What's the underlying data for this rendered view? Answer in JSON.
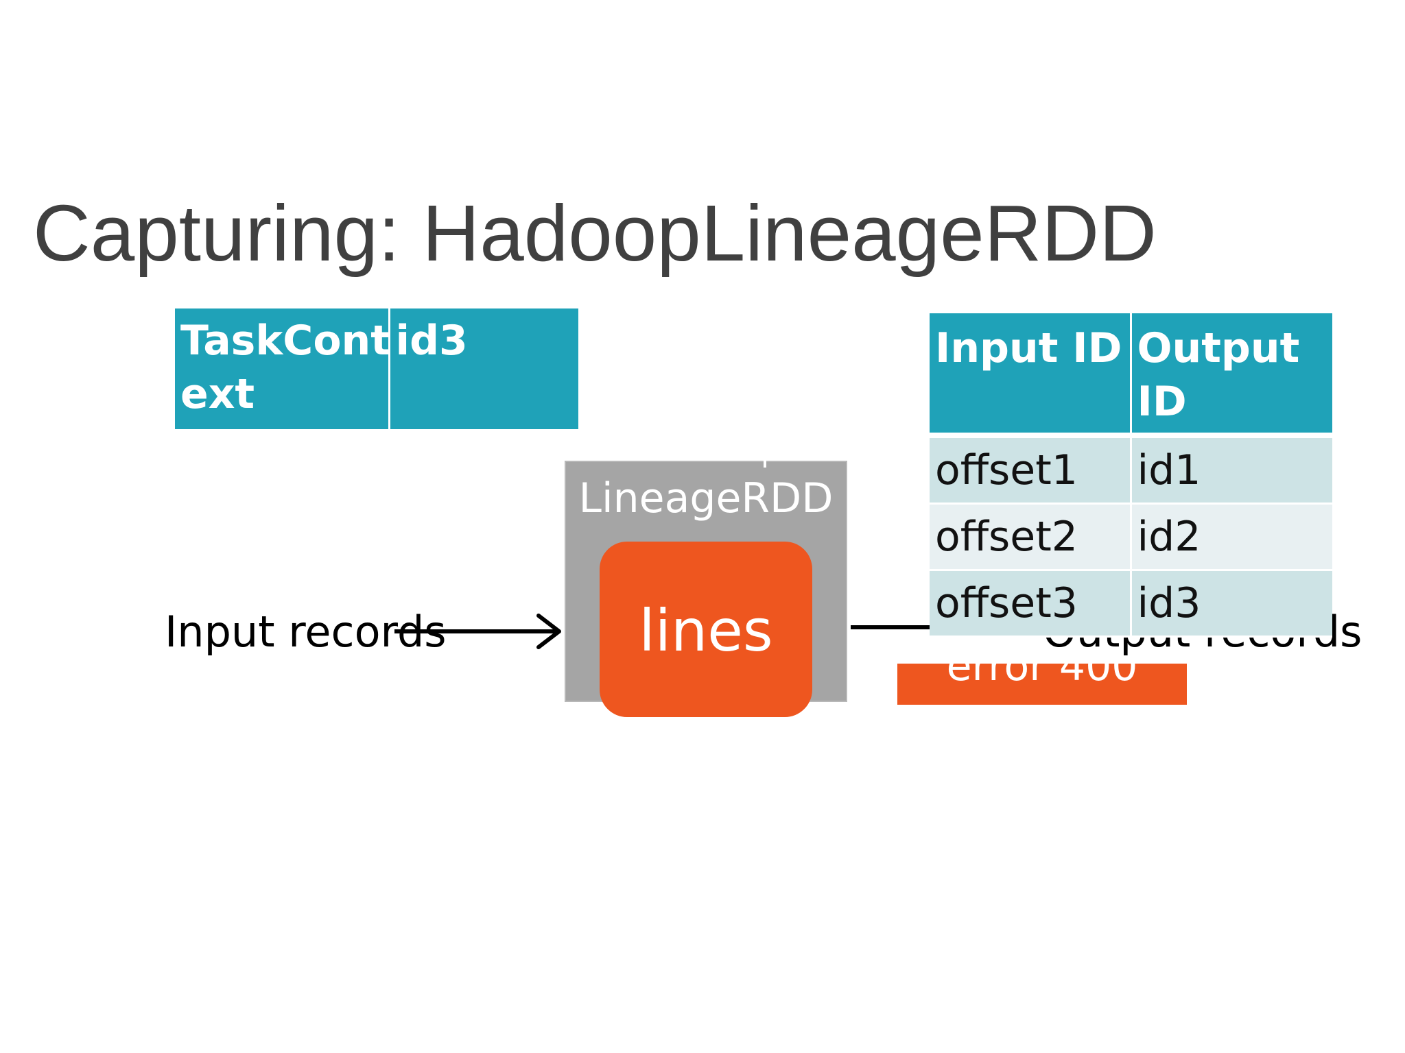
{
  "slide": {
    "title": "Capturing: HadoopLineageRDD"
  },
  "task_context_table": {
    "key": "TaskCont ext",
    "value": "id3"
  },
  "lineage_table": {
    "headers": [
      "Input ID",
      "Output ID"
    ],
    "rows": [
      [
        "offset1",
        "id1"
      ],
      [
        "offset2",
        "id2"
      ],
      [
        "offset3",
        "id3"
      ]
    ]
  },
  "diagram": {
    "rdd_label": "LineageRDD",
    "inner_label": "lines",
    "input_label": "Input records",
    "output_label": "Output records",
    "filter_text": "error 400"
  },
  "colors": {
    "teal_header": "#1fa2b8",
    "row_odd": "#cde3e5",
    "row_even": "#e8f0f2",
    "orange": "#ee561f",
    "gray_box": "#a5a5a5",
    "title_text": "#404040"
  }
}
